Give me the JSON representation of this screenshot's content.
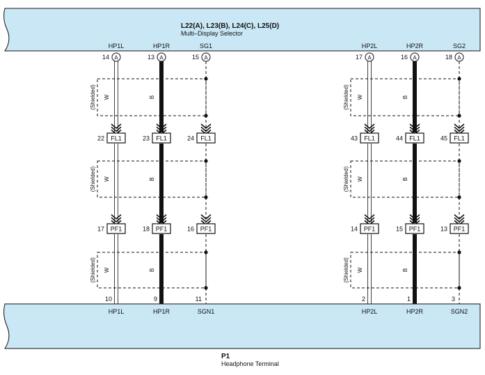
{
  "colors": {
    "component_fill": "#c9e7f5",
    "outline": "#111111",
    "wire": "#111111",
    "background": "#ffffff"
  },
  "top_component": {
    "code": "L22(A), L23(B), L24(C), L25(D)",
    "name": "Multi–Display Selector"
  },
  "bottom_component": {
    "code": "P1",
    "name": "Headphone Terminal"
  },
  "shield_label": "(Shielded)",
  "groups": [
    {
      "circuits": [
        {
          "top_name": "HP1L",
          "top_pin": "14",
          "connector": "A",
          "color": "W",
          "fl_pin": "22",
          "fl_label": "FL1",
          "pf_pin": "17",
          "pf_label": "PF1",
          "bottom_pin": "10",
          "bottom_name": "HP1L",
          "style": "double"
        },
        {
          "top_name": "HP1R",
          "top_pin": "13",
          "connector": "A",
          "color": "B",
          "fl_pin": "23",
          "fl_label": "FL1",
          "pf_pin": "18",
          "pf_label": "PF1",
          "bottom_pin": "9",
          "bottom_name": "HP1R",
          "style": "thick"
        },
        {
          "top_name": "SG1",
          "top_pin": "15",
          "connector": "A",
          "color": "",
          "fl_pin": "24",
          "fl_label": "FL1",
          "pf_pin": "16",
          "pf_label": "PF1",
          "bottom_pin": "11",
          "bottom_name": "SGN1",
          "style": "shield"
        }
      ]
    },
    {
      "circuits": [
        {
          "top_name": "HP2L",
          "top_pin": "17",
          "connector": "A",
          "color": "W",
          "fl_pin": "43",
          "fl_label": "FL1",
          "pf_pin": "14",
          "pf_label": "PF1",
          "bottom_pin": "2",
          "bottom_name": "HP2L",
          "style": "double"
        },
        {
          "top_name": "HP2R",
          "top_pin": "16",
          "connector": "A",
          "color": "B",
          "fl_pin": "44",
          "fl_label": "FL1",
          "pf_pin": "15",
          "pf_label": "PF1",
          "bottom_pin": "1",
          "bottom_name": "HP2R",
          "style": "thick"
        },
        {
          "top_name": "SG2",
          "top_pin": "18",
          "connector": "A",
          "color": "",
          "fl_pin": "45",
          "fl_label": "FL1",
          "pf_pin": "13",
          "pf_label": "PF1",
          "bottom_pin": "3",
          "bottom_name": "SGN2",
          "style": "shield"
        }
      ]
    }
  ]
}
